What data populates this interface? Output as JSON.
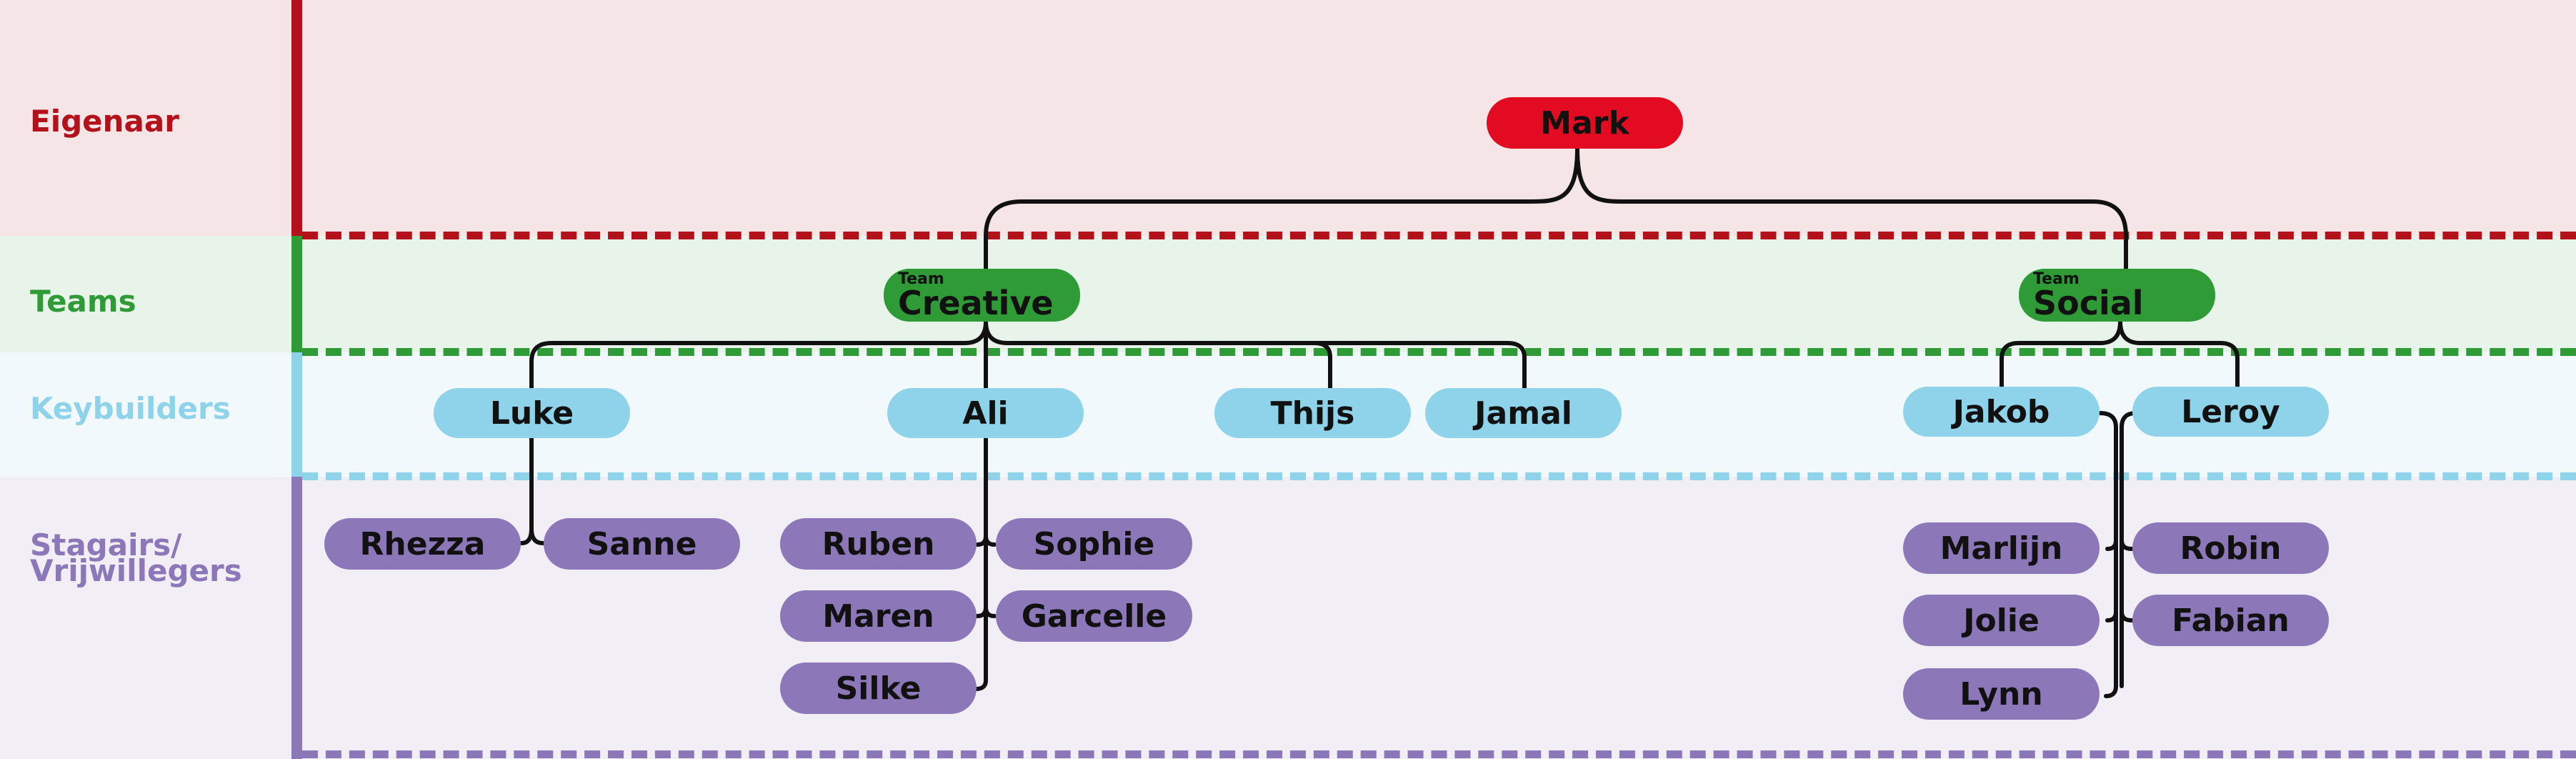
{
  "levels": {
    "owner": {
      "label": "Eigenaar",
      "color": "#b3121b"
    },
    "teams": {
      "label": "Teams",
      "color": "#2e9b36"
    },
    "keybuilders": {
      "label": "Keybuilders",
      "color": "#8ed3ea"
    },
    "interns": {
      "label": "Stagairs/\nVrijwillegers",
      "color": "#8c77b8"
    }
  },
  "colors": {
    "owner_node": "#e30b21",
    "team_node": "#2e9b36",
    "keybuilder_node": "#8ed3ea",
    "intern_node": "#8c77b8",
    "line": "#111111"
  },
  "owner": {
    "name": "Mark"
  },
  "teams": [
    {
      "prefix": "Team",
      "name": "Creative"
    },
    {
      "prefix": "Team",
      "name": "Social"
    }
  ],
  "keybuilders": [
    "Luke",
    "Ali",
    "Thijs",
    "Jamal",
    "Jakob",
    "Leroy"
  ],
  "interns": [
    "Rhezza",
    "Sanne",
    "Ruben",
    "Sophie",
    "Maren",
    "Garcelle",
    "Silke",
    "Marlijn",
    "Robin",
    "Jolie",
    "Fabian",
    "Lynn"
  ]
}
